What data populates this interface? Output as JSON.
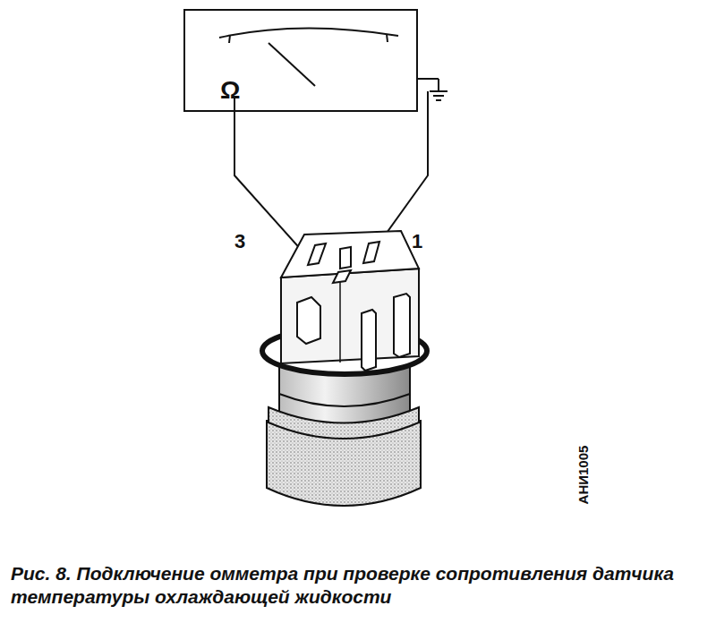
{
  "diagram": {
    "caption": "Рис. 8. Подключение омметра при проверке сопротивления датчика температуры охлаждающей жидкости",
    "nodes": [
      {
        "text": [
          "Ω"
        ]
      }
    ],
    "labels": [
      "3",
      "1",
      "АНИ1005"
    ]
  }
}
